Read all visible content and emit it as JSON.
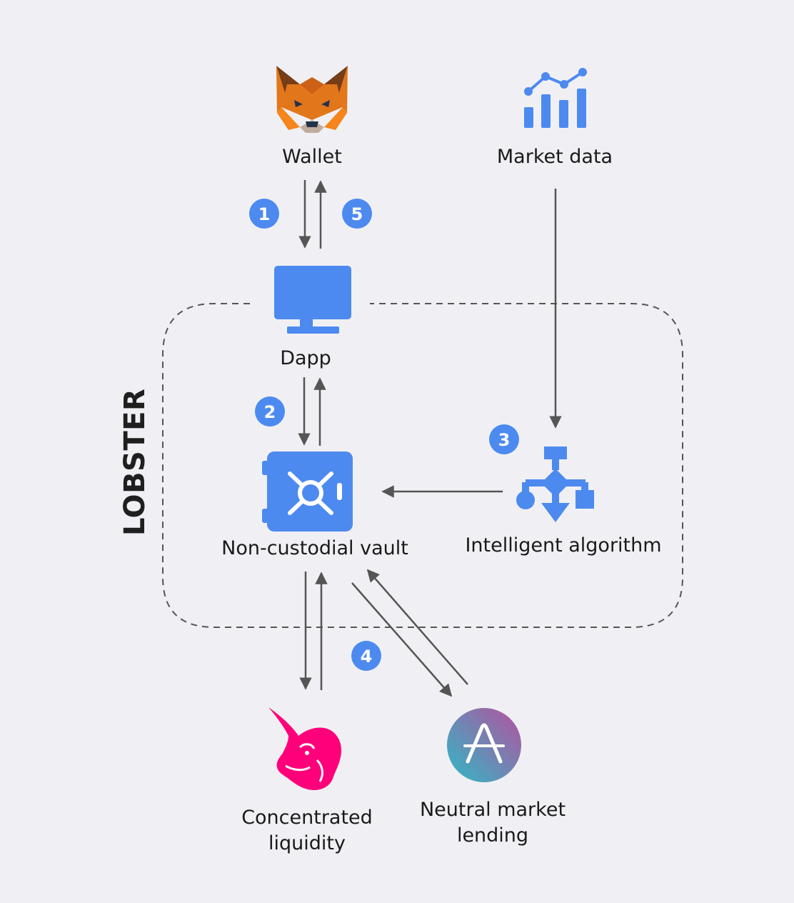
{
  "nodes": {
    "wallet": "Wallet",
    "market_data": "Market data",
    "dapp": "Dapp",
    "vault": "Non-custodial vault",
    "algorithm": "Intelligent algorithm",
    "liquidity": [
      "Concentrated",
      "liquidity"
    ],
    "lending": [
      "Neutral market",
      "lending"
    ]
  },
  "steps": [
    "1",
    "2",
    "3",
    "4",
    "5"
  ],
  "brand": {
    "name": "LOBSTER"
  },
  "colors": {
    "accent_blue": "#4d8af0",
    "arrow": "#555555",
    "uniswap_pink": "#ff007a",
    "aave_gradient": [
      "#2ebac6",
      "#b6509e"
    ],
    "metamask_orange": "#e2761b"
  },
  "icons": {
    "wallet": "metamask-fox-icon",
    "market_data": "bar-line-chart-icon",
    "dapp": "monitor-icon",
    "vault": "safe-vault-icon",
    "algorithm": "flowchart-icon",
    "liquidity": "uniswap-unicorn-icon",
    "lending": "aave-logo-icon",
    "brand": "lobster-logo-icon"
  }
}
